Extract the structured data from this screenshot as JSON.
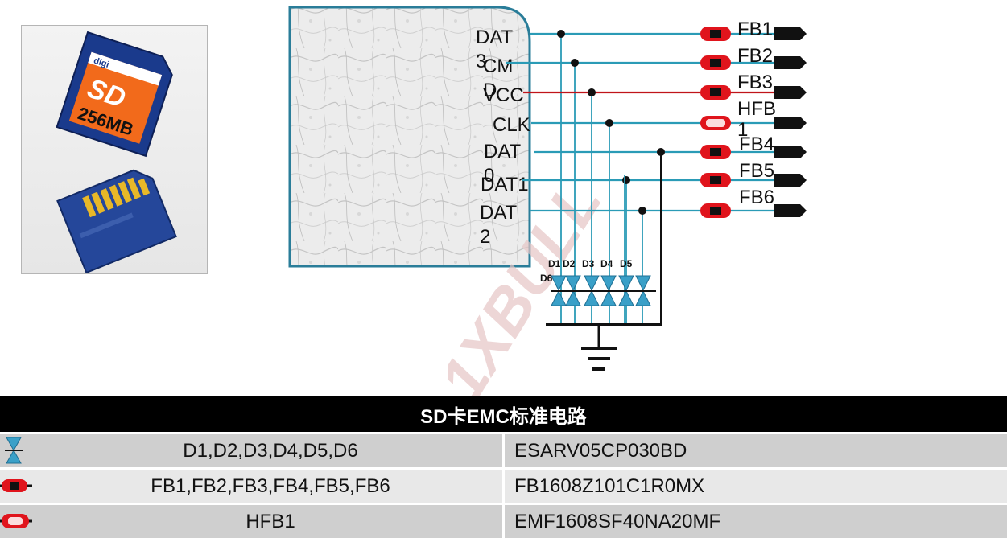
{
  "pins": [
    {
      "lines": [
        "DAT",
        "3"
      ]
    },
    {
      "lines": [
        "CM",
        "D"
      ]
    },
    {
      "lines": [
        "VCC"
      ]
    },
    {
      "lines": [
        "CLK"
      ]
    },
    {
      "lines": [
        "DAT",
        "0"
      ]
    },
    {
      "lines": [
        "DAT1"
      ]
    },
    {
      "lines": [
        "DAT",
        "2"
      ]
    }
  ],
  "ferrites": [
    {
      "lines": [
        "FB1"
      ]
    },
    {
      "lines": [
        "FB2"
      ]
    },
    {
      "lines": [
        "FB3"
      ]
    },
    {
      "lines": [
        "HFB",
        "1"
      ]
    },
    {
      "lines": [
        "FB4"
      ]
    },
    {
      "lines": [
        "FB5"
      ]
    },
    {
      "lines": [
        "FB6"
      ]
    }
  ],
  "diodes": [
    "D1",
    "D2",
    "D3",
    "D4",
    "D5",
    "D6"
  ],
  "sd_card": {
    "brand": "digi",
    "type": "SD",
    "capacity": "256MB"
  },
  "watermark": "1XBULL",
  "colors": {
    "signal": "#2a9bb6",
    "power": "#c0141a",
    "tvs": "#3aa0c8",
    "ferrite": "#e0141c"
  },
  "bom": {
    "title": "SD卡EMC标准电路",
    "rows": [
      {
        "icon": "tvs-diode-icon",
        "refs": "D1,D2,D3,D4,D5,D6",
        "part": "ESARV05CP030BD"
      },
      {
        "icon": "ferrite-bead-icon",
        "refs": "FB1,FB2,FB3,FB4,FB5,FB6",
        "part": "FB1608Z101C1R0MX"
      },
      {
        "icon": "high-freq-ferrite-icon",
        "refs": "HFB1",
        "part": "EMF1608SF40NA20MF"
      }
    ]
  }
}
